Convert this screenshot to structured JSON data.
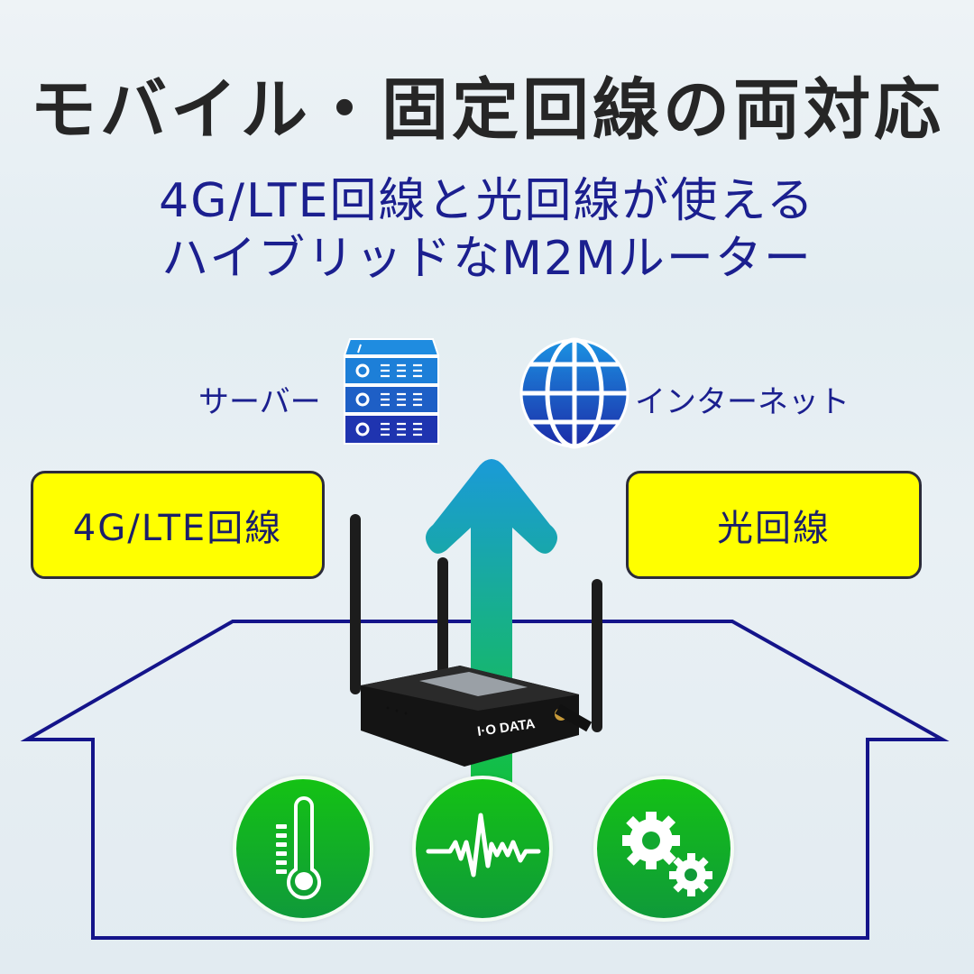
{
  "headline": "モバイル・固定回線の両対応",
  "subheadline": {
    "line1": "4G/LTE回線と光回線が使える",
    "line2": "ハイブリッドなM2Mルーター"
  },
  "diagram": {
    "server_label": "サーバー",
    "internet_label": "インターネット",
    "left_box": "4G/LTE回線",
    "right_box": "光回線",
    "router_brand": "I·O DATA",
    "icons": [
      "server-icon",
      "globe-icon",
      "thermometer-icon",
      "heartbeat-icon",
      "gears-icon"
    ]
  },
  "colors": {
    "headline": "#262626",
    "accent_navy": "#1b1f8f",
    "box_yellow": "#ffff00",
    "circle_green": "#14b41e",
    "arrow_top": "#1a9ad8",
    "arrow_bottom": "#12c040",
    "house_line": "#14148a"
  }
}
